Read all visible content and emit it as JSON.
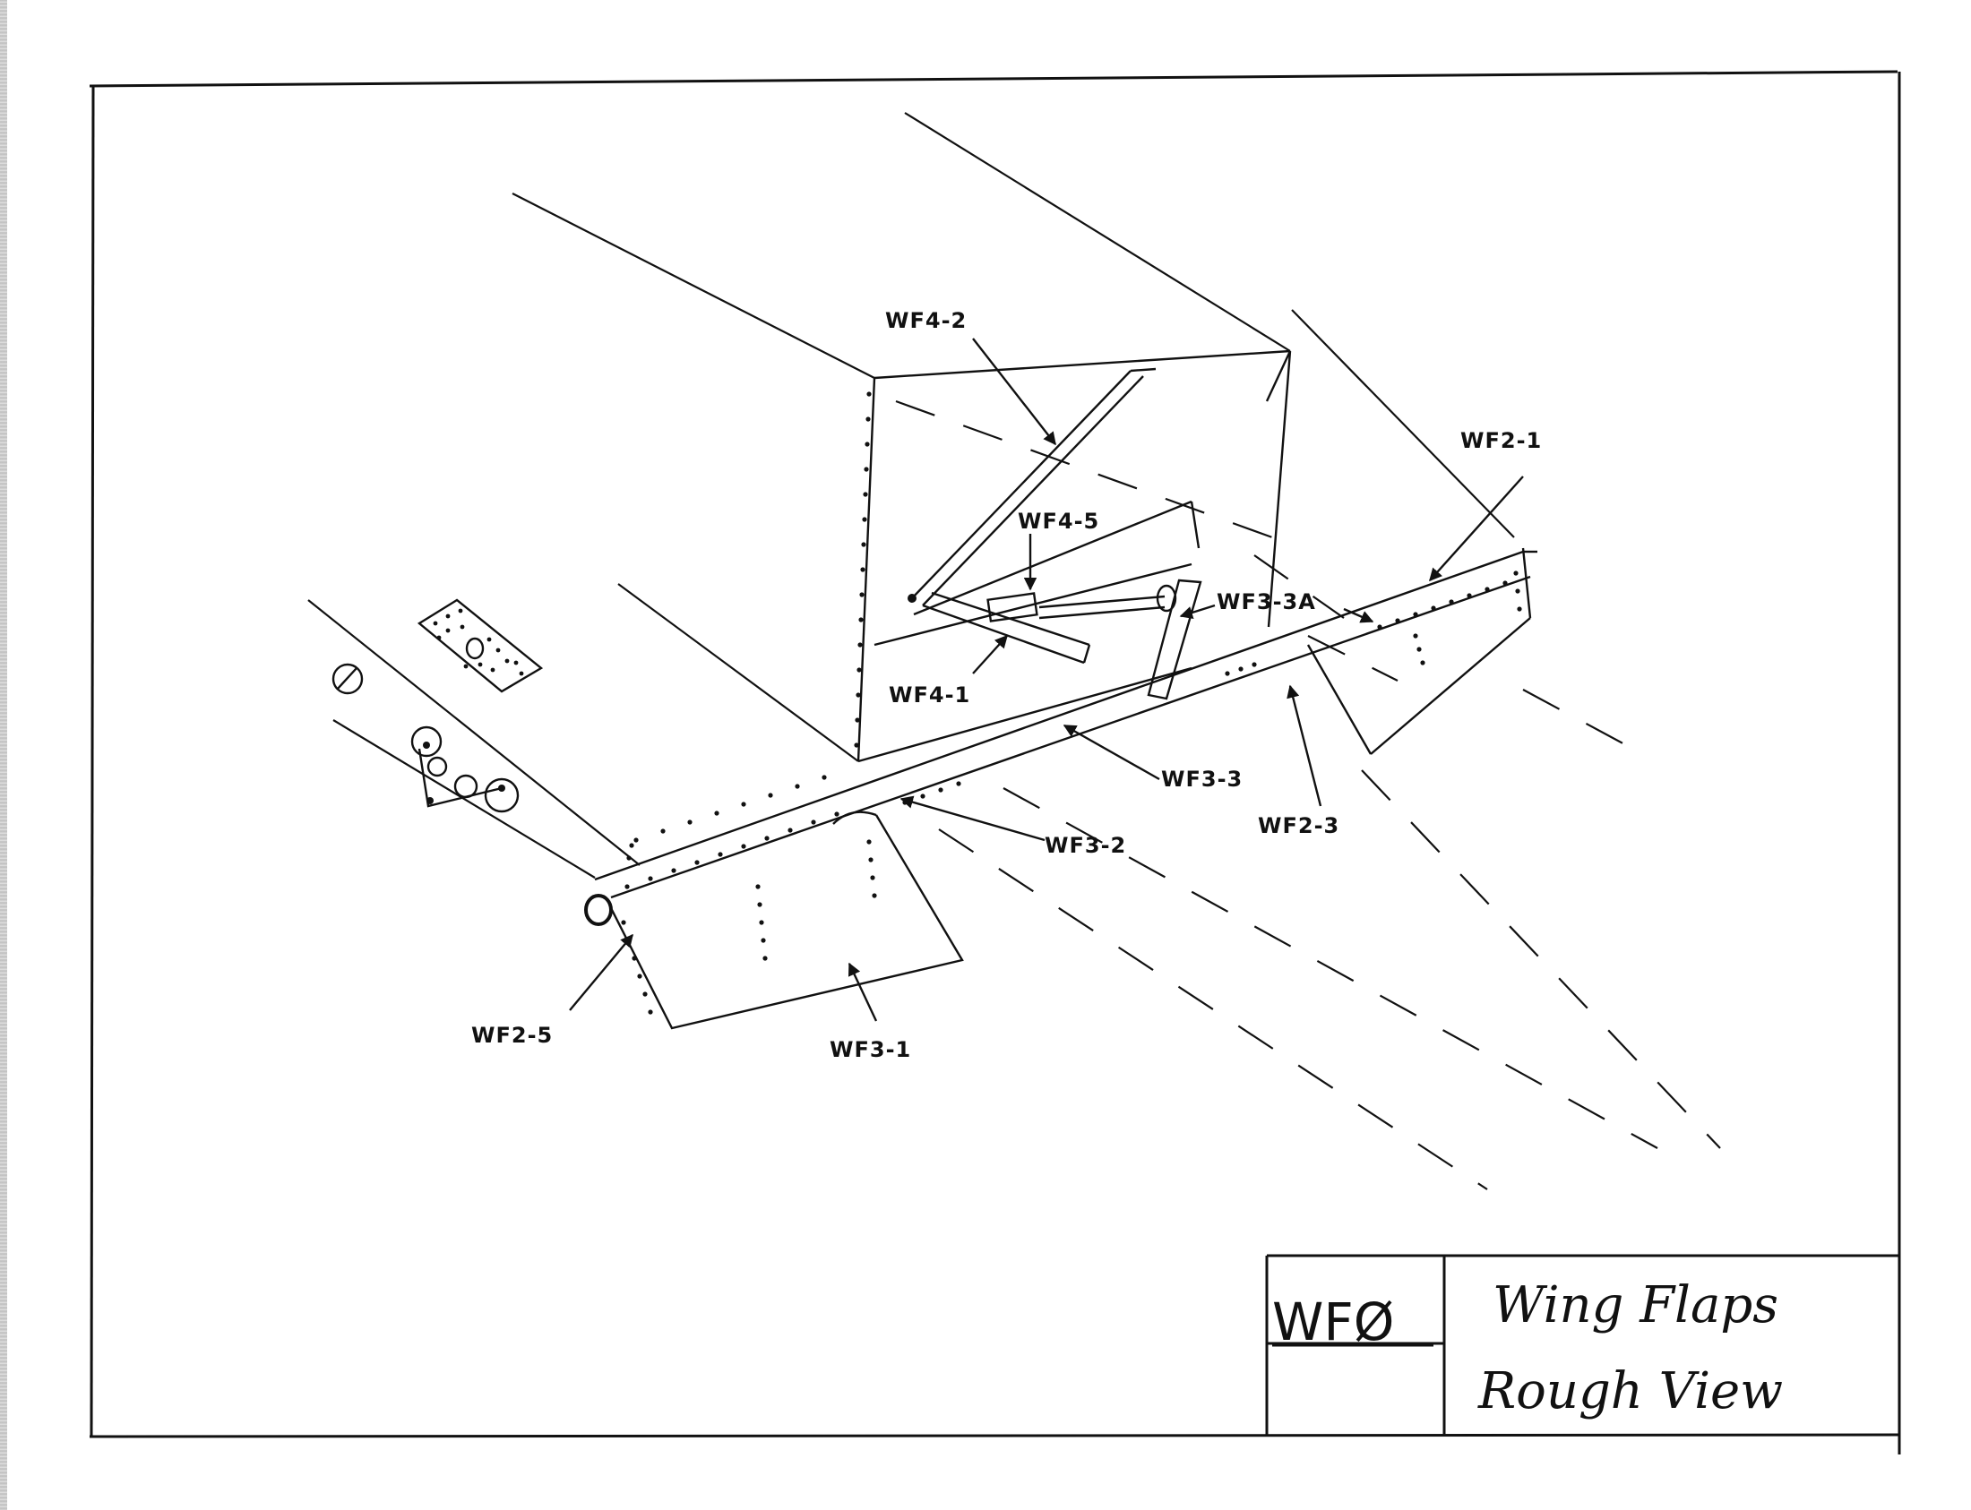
{
  "drawing": {
    "part_labels": {
      "wf4_2": "WF4-2",
      "wf4_5": "WF4-5",
      "wf4_1": "WF4-1",
      "wf3_3a": "WF3-3A",
      "wf2_1": "WF2-1",
      "wf3_3": "WF3-3",
      "wf3_2": "WF3-2",
      "wf2_3": "WF2-3",
      "wf2_5": "WF2-5",
      "wf3_1": "WF3-1"
    }
  },
  "title_block": {
    "code": "WFØ",
    "title_line1": "Wing Flaps",
    "title_line2": "Rough View"
  }
}
